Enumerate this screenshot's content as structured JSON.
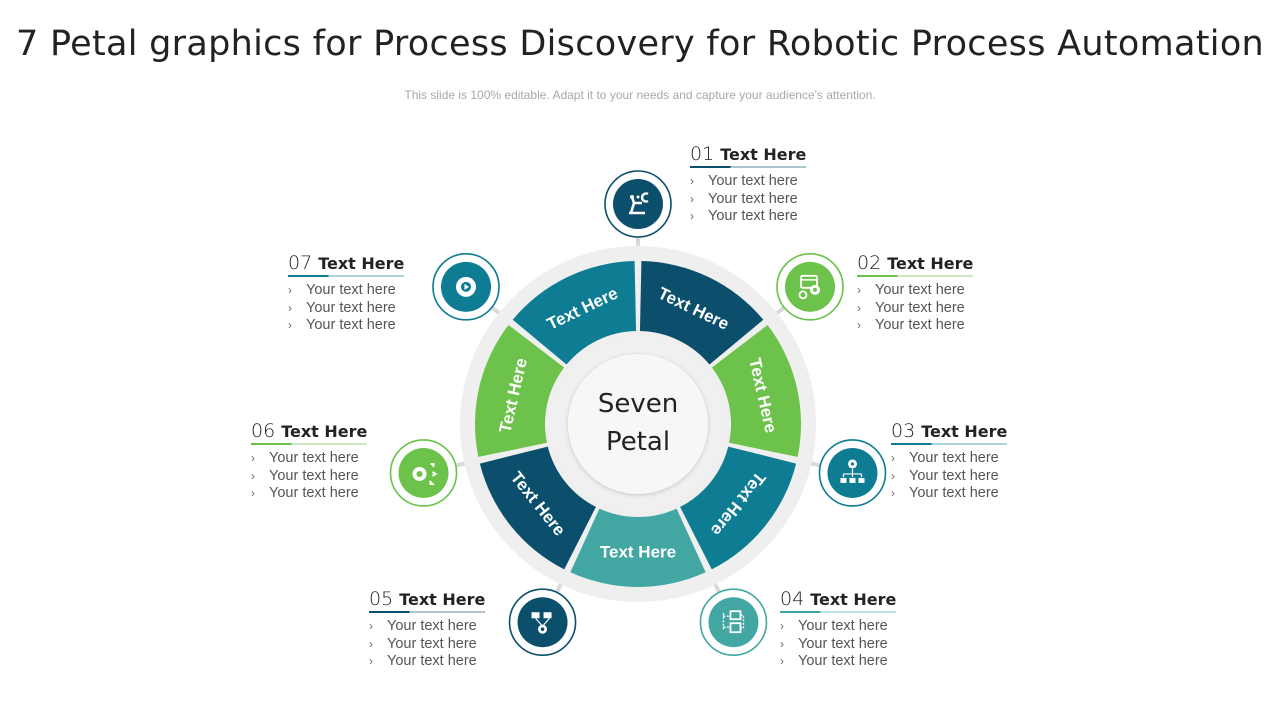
{
  "title": "7 Petal graphics for Process Discovery for Robotic Process Automation",
  "subtitle": "This slide is 100% editable. Adapt it to your needs and capture your audience's attention.",
  "center": {
    "line1": "Seven",
    "line2": "Petal"
  },
  "colors": {
    "dark_blue": "#0b4f6c",
    "teal": "#0e7c93",
    "green": "#6cc24a",
    "light_teal": "#42a7a3",
    "ring": "#efefef"
  },
  "petals": [
    {
      "label": "Text Here",
      "color": "#0b4f6c"
    },
    {
      "label": "Text Here",
      "color": "#6cc24a"
    },
    {
      "label": "Text Here",
      "color": "#0e7c93"
    },
    {
      "label": "Text Here",
      "color": "#42a7a3"
    },
    {
      "label": "Text Here",
      "color": "#0b4f6c"
    },
    {
      "label": "Text Here",
      "color": "#6cc24a"
    },
    {
      "label": "Text Here",
      "color": "#0e7c93"
    }
  ],
  "items": [
    {
      "num": "01",
      "title": "Text Here",
      "icon": "robot-arm-icon",
      "color": "#0b4f6c",
      "bullets": [
        "Your text here",
        "Your text here",
        "Your text here"
      ]
    },
    {
      "num": "02",
      "title": "Text Here",
      "icon": "browser-gears-icon",
      "color": "#6cc24a",
      "bullets": [
        "Your text here",
        "Your text here",
        "Your text here"
      ]
    },
    {
      "num": "03",
      "title": "Text Here",
      "icon": "gear-hierarchy-icon",
      "color": "#0e7c93",
      "bullets": [
        "Your text here",
        "Your text here",
        "Your text here"
      ]
    },
    {
      "num": "04",
      "title": "Text Here",
      "icon": "flowchart-icon",
      "color": "#42a7a3",
      "bullets": [
        "Your text here",
        "Your text here",
        "Your text here"
      ]
    },
    {
      "num": "05",
      "title": "Text Here",
      "icon": "flags-gear-icon",
      "color": "#0b4f6c",
      "bullets": [
        "Your text here",
        "Your text here",
        "Your text here"
      ]
    },
    {
      "num": "06",
      "title": "Text Here",
      "icon": "gear-arrows-icon",
      "color": "#6cc24a",
      "bullets": [
        "Your text here",
        "Your text here",
        "Your text here"
      ]
    },
    {
      "num": "07",
      "title": "Text Here",
      "icon": "gear-play-icon",
      "color": "#0e7c93",
      "bullets": [
        "Your text here",
        "Your text here",
        "Your text here"
      ]
    }
  ]
}
